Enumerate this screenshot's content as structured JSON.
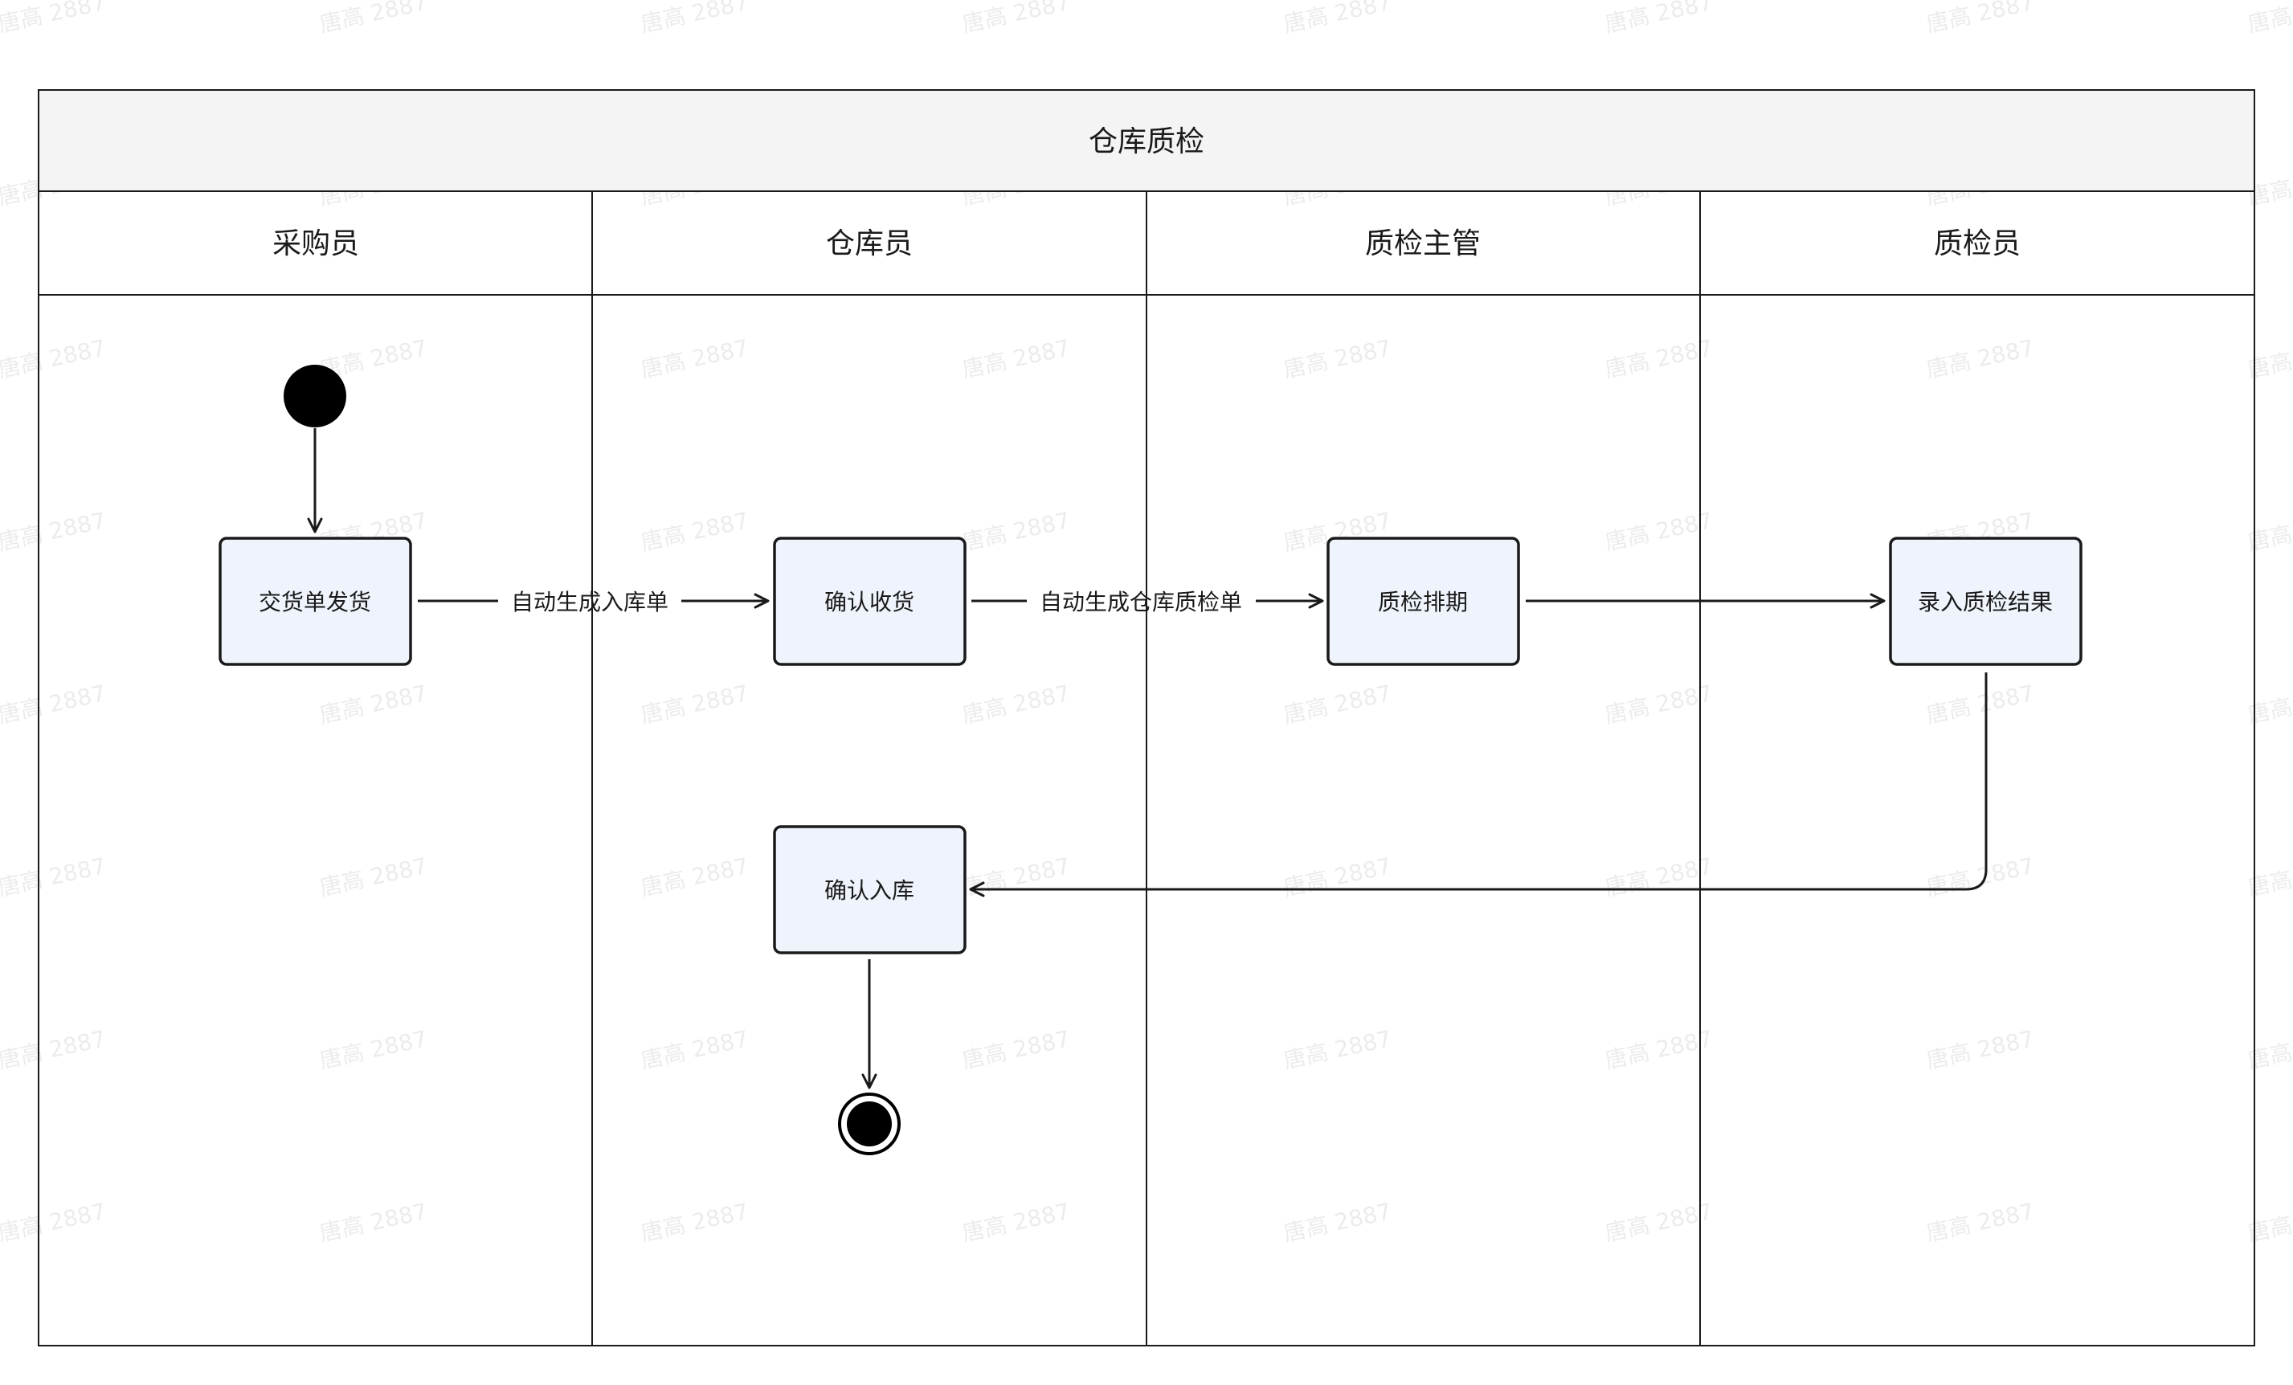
{
  "diagram": {
    "title": "仓库质检",
    "lanes": [
      {
        "id": "purchaser",
        "label": "采购员"
      },
      {
        "id": "warehouse",
        "label": "仓库员"
      },
      {
        "id": "qc_manager",
        "label": "质检主管"
      },
      {
        "id": "inspector",
        "label": "质检员"
      }
    ],
    "nodes": [
      {
        "id": "start",
        "type": "start",
        "lane": "purchaser"
      },
      {
        "id": "ship",
        "type": "activity",
        "lane": "purchaser",
        "label": "交货单发货"
      },
      {
        "id": "receive",
        "type": "activity",
        "lane": "warehouse",
        "label": "确认收货"
      },
      {
        "id": "schedule",
        "type": "activity",
        "lane": "qc_manager",
        "label": "质检排期"
      },
      {
        "id": "record",
        "type": "activity",
        "lane": "inspector",
        "label": "录入质检结果"
      },
      {
        "id": "stock_in",
        "type": "activity",
        "lane": "warehouse",
        "label": "确认入库"
      },
      {
        "id": "end",
        "type": "end",
        "lane": "warehouse"
      }
    ],
    "edges": [
      {
        "id": "e1",
        "from": "start",
        "to": "ship",
        "label": ""
      },
      {
        "id": "e2",
        "from": "ship",
        "to": "receive",
        "label": "自动生成入库单"
      },
      {
        "id": "e3",
        "from": "receive",
        "to": "schedule",
        "label": "自动生成仓库质检单"
      },
      {
        "id": "e4",
        "from": "schedule",
        "to": "record",
        "label": ""
      },
      {
        "id": "e5",
        "from": "record",
        "to": "stock_in",
        "label": ""
      },
      {
        "id": "e6",
        "from": "stock_in",
        "to": "end",
        "label": ""
      }
    ]
  },
  "watermark": {
    "text": "唐高 2887"
  },
  "colors": {
    "border": "#1a1a1a",
    "title_bg": "#f4f4f4",
    "node_fill": "#eef3fc",
    "node_stroke": "#1a1a1a",
    "watermark": "#ececec"
  }
}
